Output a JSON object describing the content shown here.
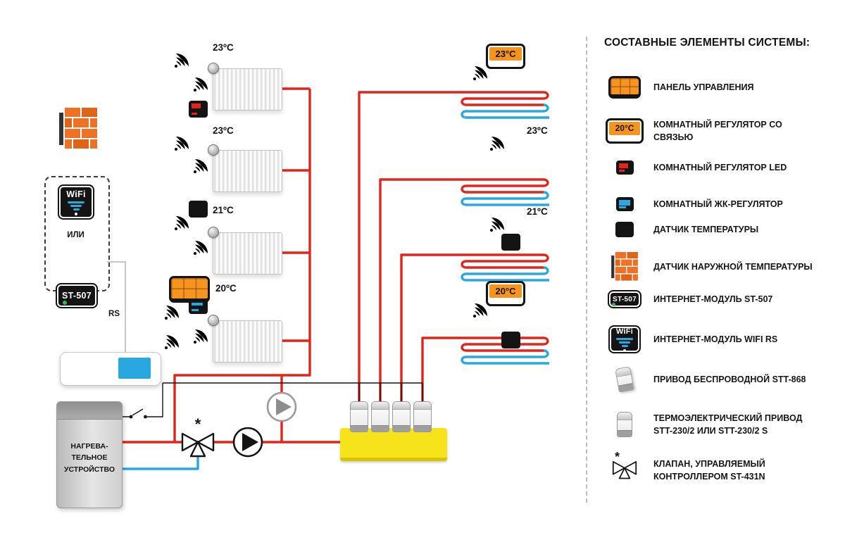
{
  "colors": {
    "red": "#e1251b",
    "blue": "#29a8e0",
    "orange": "#f7941e",
    "yellow": "#f6e31a",
    "green": "#3cb54a"
  },
  "diagram": {
    "radiators": [
      {
        "temp": "23ºC"
      },
      {
        "temp": "23ºC"
      },
      {
        "temp": "21ºC"
      },
      {
        "temp": "20ºC"
      }
    ],
    "floor": [
      {
        "temp": "23°C"
      },
      {
        "temp": "23ºC"
      },
      {
        "temp": "21ºC"
      },
      {
        "temp": "20°C"
      }
    ],
    "or_label": "ИЛИ",
    "rs_label": "RS",
    "wifi_label": "WiFi",
    "st507_label": "ST-507",
    "boiler_label": "НАГРЕВА-\nТЕЛЬНОЕ\nУСТРОЙСТВО",
    "valve_star": "*"
  },
  "legend": {
    "title": "СОСТАВНЫЕ ЭЛЕМЕНТЫ СИСТЕМЫ:",
    "items": [
      {
        "label": "ПАНЕЛЬ УПРАВЛЕНИЯ"
      },
      {
        "label": "КОМНАТНЫЙ РЕГУЛЯТОР СО СВЯЗЬЮ",
        "screen": "20°C"
      },
      {
        "label": "КОМНАТНЫЙ РЕГУЛЯТОР LED"
      },
      {
        "label": "КОМНАТНЫЙ ЖК-РЕГУЛЯТОР"
      },
      {
        "label": "ДАТЧИК ТЕМПЕРАТУРЫ"
      },
      {
        "label": "ДАТЧИК НАРУЖНОЙ ТЕМПЕРАТУРЫ"
      },
      {
        "label": "ИНТЕРНЕТ-МОДУЛЬ ST-507",
        "badge": "ST-507"
      },
      {
        "label": "ИНТЕРНЕТ-МОДУЛЬ WIFI RS",
        "badge": "WiFi"
      },
      {
        "label": "ПРИВОД БЕСПРОВОДНОЙ STT-868"
      },
      {
        "label": "ТЕРМОЭЛЕКТРИЧЕСКИЙ ПРИВОД STT-230/2 ИЛИ STT-230/2 S"
      },
      {
        "label": "КЛАПАН, УПРАВЛЯЕМЫЙ КОНТРОЛЛЕРОМ ST-431N",
        "star": "*"
      }
    ]
  }
}
